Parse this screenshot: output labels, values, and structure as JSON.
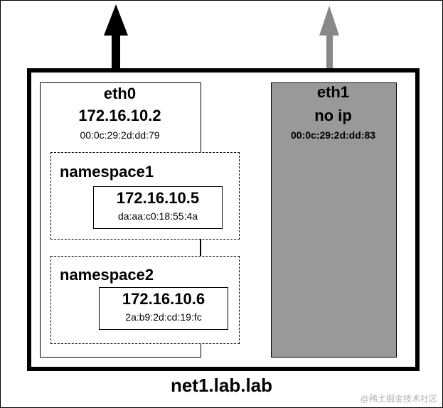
{
  "host": {
    "name": "net1.lab.lab"
  },
  "eth0": {
    "name": "eth0",
    "ip": "172.16.10.2",
    "mac": "00:0c:29:2d:dd:79"
  },
  "eth1": {
    "name": "eth1",
    "ip": "no ip",
    "mac": "00:0c:29:2d:dd:83"
  },
  "namespaces": [
    {
      "name": "namespace1",
      "ip": "172.16.10.5",
      "mac": "da:aa:c0:18:55:4a"
    },
    {
      "name": "namespace2",
      "ip": "172.16.10.6",
      "mac": "2a:b9:2d:cd:19:fc"
    }
  ],
  "watermark": "@稀土掘金技术社区",
  "colors": {
    "active_arrow": "#000000",
    "inactive_arrow": "#888888",
    "eth1_fill": "#999999"
  }
}
